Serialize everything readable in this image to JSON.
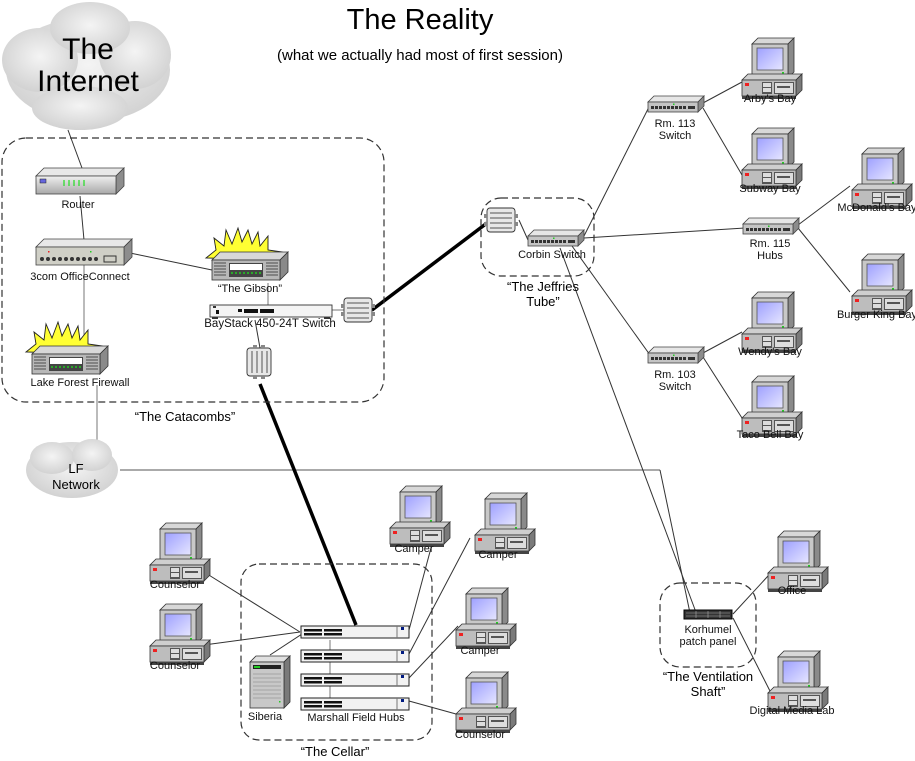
{
  "title": "The Reality",
  "subtitle": "(what we actually had most of first session)",
  "clouds": {
    "internet": {
      "line1": "The",
      "line2": "Internet"
    },
    "lf_network": {
      "line1": "LF",
      "line2": "Network"
    }
  },
  "groups": {
    "catacombs": "“The Catacombs”",
    "jeffries": {
      "line1": "“The Jeffries",
      "line2": "Tube”"
    },
    "cellar": "“The Cellar”",
    "ventilation": {
      "line1": "“The Ventilation",
      "line2": "Shaft”"
    }
  },
  "devices": {
    "router": "Router",
    "officeconnect": "3com OfficeConnect",
    "firewall": "Lake Forest Firewall",
    "gibson": "“The Gibson”",
    "baystack": "BayStack 450-24T Switch",
    "corbin": "Corbin Switch",
    "rm113": {
      "line1": "Rm. 113",
      "line2": "Switch"
    },
    "rm115": {
      "line1": "Rm. 115",
      "line2": "Hubs"
    },
    "rm103": {
      "line1": "Rm. 103",
      "line2": "Switch"
    },
    "korhumel": {
      "line1": "Korhumel",
      "line2": "patch panel"
    },
    "siberia": "Siberia",
    "marshall": "Marshall Field Hubs"
  },
  "computers": {
    "arbys": "Arby's Bay",
    "subway": "Subway Bay",
    "mcdonalds": "McDonald's Bay",
    "burgerking": "Burger King Bay",
    "wendys": "Wendy's Bay",
    "tacobell": "Taco Bell Bay",
    "office": "Office",
    "dml": "Digital Media Lab",
    "counselor1": "Counselor",
    "counselor2": "Counselor",
    "counselor3": "Counselor",
    "camper1": "Camper",
    "camper2": "Camper",
    "camper3": "Camper"
  }
}
